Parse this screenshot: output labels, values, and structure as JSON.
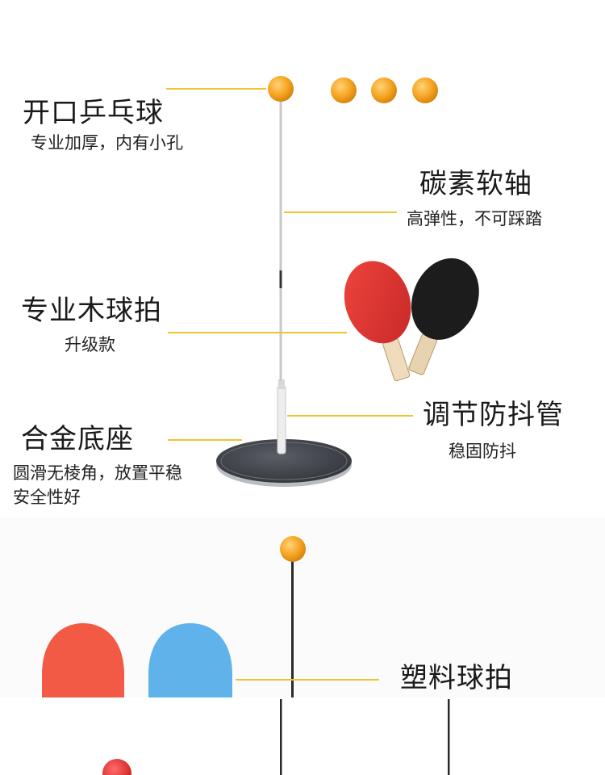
{
  "callouts": {
    "ball": {
      "title": "开口乒乓球",
      "subtitle": "专业加厚，内有小孔"
    },
    "shaft": {
      "title": "碳素软轴",
      "subtitle": "高弹性，不可踩踏"
    },
    "paddle": {
      "title": "专业木球拍",
      "subtitle": "升级款"
    },
    "tube": {
      "title": "调节防抖管",
      "subtitle": "稳固防抖"
    },
    "base": {
      "title": "合金底座",
      "subtitle_line1": "圆滑无棱角，放置平稳",
      "subtitle_line2": "安全性好"
    },
    "plastic_paddle": {
      "title": "塑料球拍"
    }
  },
  "colors": {
    "leader_line": "#f2c230",
    "ball_orange": "#f6a623",
    "paddle_red": "#e53935",
    "paddle_black": "#1c1c1c",
    "plastic_red": "#f25a45",
    "plastic_blue": "#5fb2ea",
    "base_dark": "#3a3d42"
  }
}
